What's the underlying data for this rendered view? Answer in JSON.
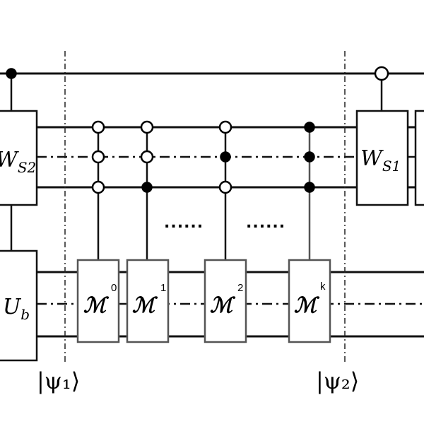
{
  "gates": {
    "ws2": {
      "main": "W",
      "sub": "S2"
    },
    "ws1": {
      "main": "W",
      "sub": "S1"
    },
    "ub": {
      "main": "U",
      "sub": "b"
    }
  },
  "measurements": [
    {
      "symbol": "ℳ",
      "superscript": "0"
    },
    {
      "symbol": "ℳ",
      "superscript": "1"
    },
    {
      "symbol": "ℳ",
      "superscript": "2"
    },
    {
      "symbol": "ℳ",
      "superscript": "k"
    }
  ],
  "ellipses": [
    "......",
    "......"
  ],
  "states": {
    "psi1": "|ψ₁⟩",
    "psi2": "|ψ₂⟩"
  }
}
